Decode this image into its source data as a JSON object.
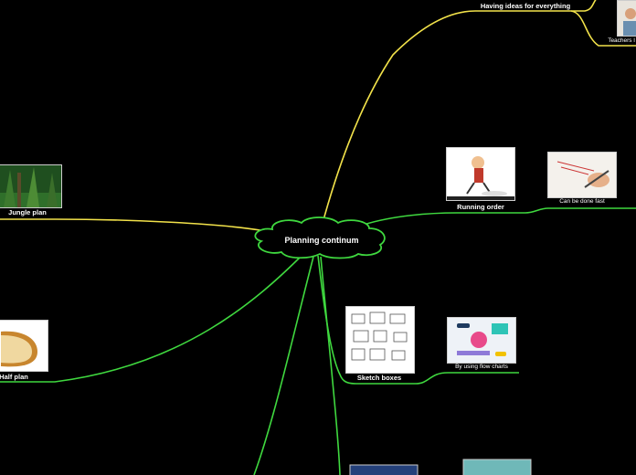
{
  "central_topic": "Planning continum",
  "nodes": {
    "having_ideas": "Having ideas for everything",
    "teachers": "Teachers l",
    "jungle_plan": "Jungle plan",
    "running_order": "Running order",
    "can_be_done_fast": "Can be done fast",
    "half_plan": "Half plan",
    "sketch_boxes": "Sketch boxes",
    "flow_charts": "By using flow charts"
  },
  "colors": {
    "background": "#000000",
    "branch_yellow": "#f2e24a",
    "branch_green": "#3fd83f",
    "text": "#ffffff"
  }
}
